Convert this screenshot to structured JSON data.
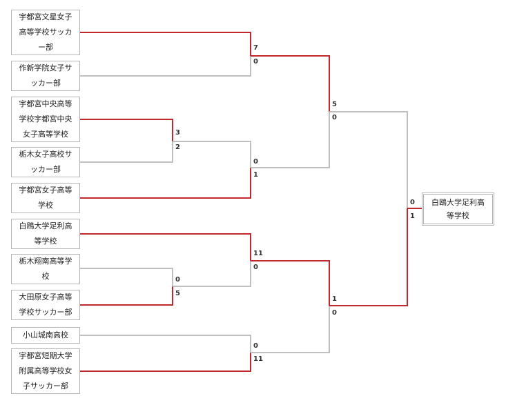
{
  "colors": {
    "win": "#c0282d",
    "lose": "#bfbfbf"
  },
  "teams": [
    "宇都宮文星女子高等学校サッカー部",
    "作新学院女子サッカー部",
    "宇都宮中央高等学校宇都宮中央女子高等学校",
    "栃木女子高校サッカー部",
    "宇都宮女子高等学校",
    "白鴎大学足利高等学校",
    "栃木翔南高等学校",
    "大田原女子高等学校サッカー部",
    "小山城南高校",
    "宇都宮短期大学附属高等学校女子サッカー部"
  ],
  "champion": "白鴎大学足利高等学校",
  "matches": [
    {
      "id": "m1",
      "scores": [
        "7",
        "0"
      ]
    },
    {
      "id": "m2",
      "scores": [
        "3",
        "2"
      ]
    },
    {
      "id": "m3",
      "scores": [
        "0",
        "1"
      ]
    },
    {
      "id": "m4",
      "scores": [
        "11",
        "0"
      ]
    },
    {
      "id": "m5",
      "scores": [
        "0",
        "5"
      ]
    },
    {
      "id": "m6",
      "scores": [
        "0",
        "11"
      ]
    },
    {
      "id": "m7",
      "scores": [
        "5",
        "0"
      ]
    },
    {
      "id": "m8",
      "scores": [
        "1",
        "0"
      ]
    },
    {
      "id": "m9",
      "scores": [
        "0",
        "1"
      ]
    }
  ]
}
